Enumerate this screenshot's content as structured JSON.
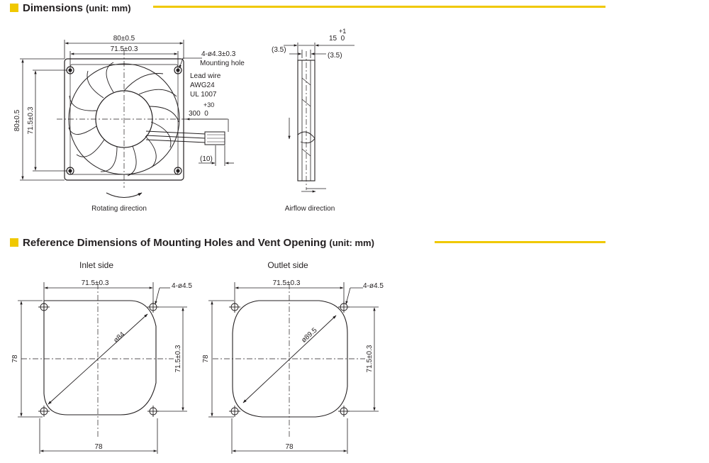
{
  "colors": {
    "accent": "#f0c800",
    "line": "#231f20"
  },
  "section1": {
    "title": "Dimensions",
    "unit": "(unit: mm)",
    "front": {
      "width_outer": "80±0.5",
      "width_holes": "71.5±0.3",
      "height_outer": "80±0.5",
      "height_holes": "71.5±0.3",
      "hole_spec": "4-ø4.3±0.3",
      "hole_label": "Mounting hole",
      "lead_wire_1": "Lead wire",
      "lead_wire_2": "AWG24",
      "lead_wire_3": "UL 1007",
      "wire_tol": "+30",
      "wire_len": "300  0",
      "connector_len": "(10)",
      "rotation": "Rotating direction"
    },
    "side": {
      "depth_tol": "+1",
      "depth": "15  0",
      "flange_left": "(3.5)",
      "flange_right": "(3.5)",
      "airflow": "Airflow direction"
    }
  },
  "section2": {
    "title": "Reference Dimensions of Mounting Holes and Vent Opening",
    "unit": "(unit: mm)",
    "inlet": {
      "label": "Inlet side",
      "width_holes": "71.5±0.3",
      "hole_spec": "4-ø4.5",
      "diameter": "ø84",
      "height_holes": "71.5±0.3",
      "height": "78",
      "width": "78"
    },
    "outlet": {
      "label": "Outlet side",
      "width_holes": "71.5±0.3",
      "hole_spec": "4-ø4.5",
      "diameter": "ø89.5",
      "height_holes": "71.5±0.3",
      "height": "78",
      "width": "78"
    }
  }
}
